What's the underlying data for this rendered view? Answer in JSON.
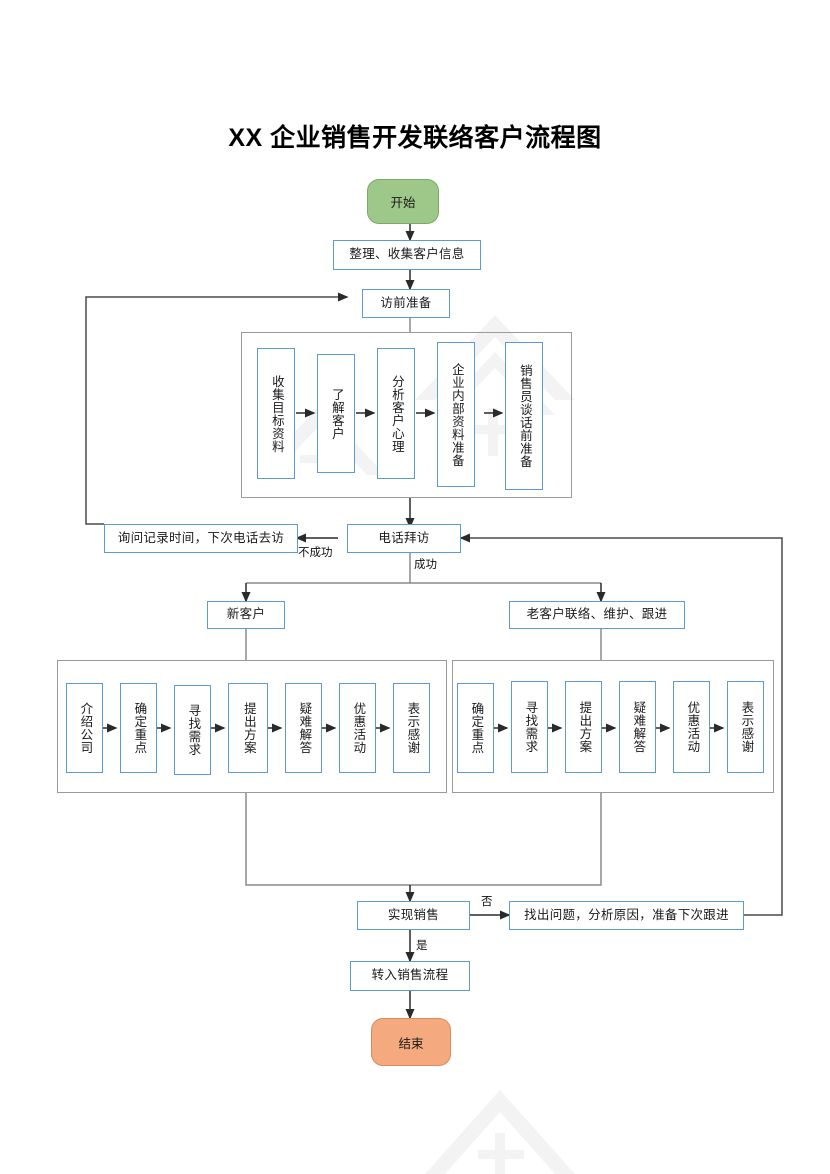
{
  "document": {
    "title": "XX 企业销售开发联络客户流程图",
    "watermark": "图标"
  },
  "colors": {
    "box_border": "#5b9bd5",
    "group_border": "#9a9a9a",
    "connector": "#404040",
    "start_fill": "#9dc88a",
    "start_border": "#7aab64",
    "end_fill": "#f4a97e",
    "end_border": "#dd8a5c",
    "page_background": "#ffffff"
  },
  "chart_data": {
    "type": "diagram",
    "title": "XX 企业销售开发联络客户流程图",
    "nodes": [
      {
        "id": "start",
        "label": "开始",
        "shape": "terminator",
        "fill": "#9dc88a"
      },
      {
        "id": "collect_info",
        "label": "整理、收集客户信息",
        "shape": "process"
      },
      {
        "id": "pre_visit",
        "label": "访前准备",
        "shape": "process"
      },
      {
        "id": "prep1",
        "label": "收集目标资料",
        "shape": "process-vertical"
      },
      {
        "id": "prep2",
        "label": "了解客户",
        "shape": "process-vertical"
      },
      {
        "id": "prep3",
        "label": "分析客户心理",
        "shape": "process-vertical"
      },
      {
        "id": "prep4",
        "label": "企业内部资料准备",
        "shape": "process-vertical"
      },
      {
        "id": "prep5",
        "label": "销售员谈话前准备",
        "shape": "process-vertical"
      },
      {
        "id": "retry",
        "label": "询问记录时间，下次电话去访",
        "shape": "process"
      },
      {
        "id": "call_visit",
        "label": "电话拜访",
        "shape": "process"
      },
      {
        "id": "new_cust",
        "label": "新客户",
        "shape": "process"
      },
      {
        "id": "old_cust",
        "label": "老客户联络、维护、跟进",
        "shape": "process"
      },
      {
        "id": "n1",
        "label": "介绍公司",
        "shape": "process-vertical"
      },
      {
        "id": "n2",
        "label": "确定重点",
        "shape": "process-vertical"
      },
      {
        "id": "n3",
        "label": "寻找需求",
        "shape": "process-vertical"
      },
      {
        "id": "n4",
        "label": "提出方案",
        "shape": "process-vertical"
      },
      {
        "id": "n5",
        "label": "疑难解答",
        "shape": "process-vertical"
      },
      {
        "id": "n6",
        "label": "优惠活动",
        "shape": "process-vertical"
      },
      {
        "id": "n7",
        "label": "表示感谢",
        "shape": "process-vertical"
      },
      {
        "id": "o1",
        "label": "确定重点",
        "shape": "process-vertical"
      },
      {
        "id": "o2",
        "label": "寻找需求",
        "shape": "process-vertical"
      },
      {
        "id": "o3",
        "label": "提出方案",
        "shape": "process-vertical"
      },
      {
        "id": "o4",
        "label": "疑难解答",
        "shape": "process-vertical"
      },
      {
        "id": "o5",
        "label": "优惠活动",
        "shape": "process-vertical"
      },
      {
        "id": "o6",
        "label": "表示感谢",
        "shape": "process-vertical"
      },
      {
        "id": "sale_done",
        "label": "实现销售",
        "shape": "process"
      },
      {
        "id": "analyze",
        "label": "找出问题，分析原因，准备下次跟进",
        "shape": "process"
      },
      {
        "id": "transfer",
        "label": "转入销售流程",
        "shape": "process"
      },
      {
        "id": "end",
        "label": "结束",
        "shape": "terminator",
        "fill": "#f4a97e"
      }
    ],
    "edges": [
      {
        "from": "start",
        "to": "collect_info",
        "label": ""
      },
      {
        "from": "collect_info",
        "to": "pre_visit",
        "label": ""
      },
      {
        "from": "pre_visit",
        "to": "prep_group",
        "label": ""
      },
      {
        "from": "prep1",
        "to": "prep2",
        "label": ""
      },
      {
        "from": "prep2",
        "to": "prep3",
        "label": ""
      },
      {
        "from": "prep3",
        "to": "prep4",
        "label": ""
      },
      {
        "from": "prep4",
        "to": "prep5",
        "label": ""
      },
      {
        "from": "prep_group",
        "to": "call_visit",
        "label": ""
      },
      {
        "from": "call_visit",
        "to": "retry",
        "label": "不成功"
      },
      {
        "from": "retry",
        "to": "pre_visit",
        "label": ""
      },
      {
        "from": "call_visit",
        "to": "new_cust",
        "label": "成功"
      },
      {
        "from": "call_visit",
        "to": "old_cust",
        "label": "成功"
      },
      {
        "from": "new_cust",
        "to": "n1",
        "label": ""
      },
      {
        "from": "old_cust",
        "to": "o1",
        "label": ""
      },
      {
        "from": "new_group",
        "to": "sale_done",
        "label": ""
      },
      {
        "from": "old_group",
        "to": "sale_done",
        "label": ""
      },
      {
        "from": "sale_done",
        "to": "analyze",
        "label": "否"
      },
      {
        "from": "sale_done",
        "to": "transfer",
        "label": "是"
      },
      {
        "from": "analyze",
        "to": "call_visit",
        "label": ""
      },
      {
        "from": "transfer",
        "to": "end",
        "label": ""
      }
    ],
    "edge_labels": {
      "fail": "不成功",
      "success": "成功",
      "no": "否",
      "yes": "是"
    },
    "groups": [
      {
        "id": "prep_group",
        "label": ""
      },
      {
        "id": "new_group",
        "label": ""
      },
      {
        "id": "old_group",
        "label": ""
      }
    ]
  }
}
